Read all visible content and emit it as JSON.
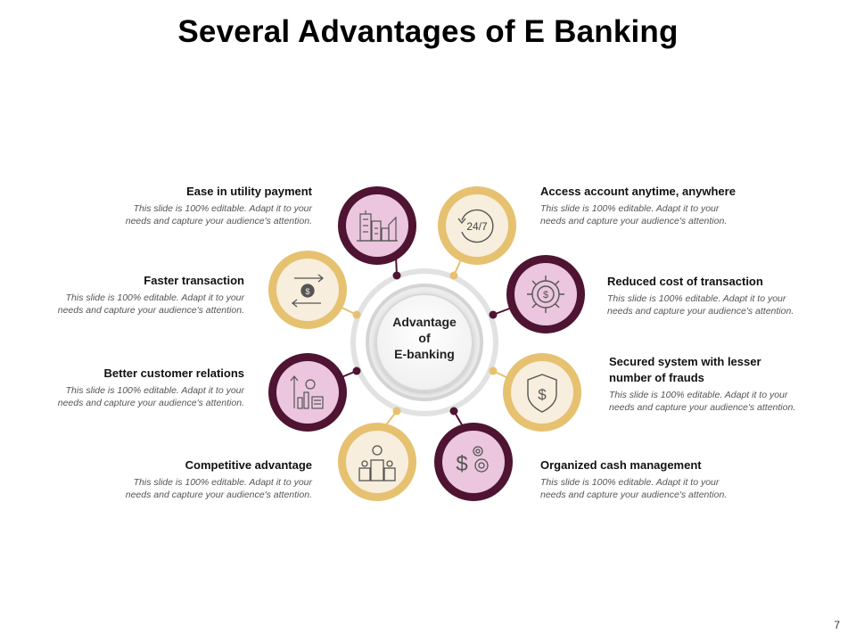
{
  "title": "Several Advantages of E Banking",
  "page_number": "7",
  "center": {
    "line1": "Advantage",
    "line2": "of",
    "line3": "E-banking"
  },
  "colors": {
    "dark_ring": "#4e1432",
    "gold_ring": "#e6c170",
    "pink_fill": "#ebc6de",
    "cream_fill": "#f8eedd",
    "connector_gray": "#dcdcdc"
  },
  "items": [
    {
      "heading": "Ease in utility payment",
      "desc1": "This slide is 100% editable. Adapt it to your",
      "desc2": "needs and capture your audience's attention.",
      "icon": "city-buildings-icon"
    },
    {
      "heading": "Access account anytime, anywhere",
      "desc1": "This slide is 100% editable. Adapt it to your",
      "desc2": "needs and capture your audience's attention.",
      "icon": "clock-24-7-icon",
      "icon_text": "24/7"
    },
    {
      "heading": "Faster transaction",
      "desc1": "This slide is 100% editable. Adapt it to your",
      "desc2": "needs and capture your audience's attention.",
      "icon": "money-transfer-icon"
    },
    {
      "heading": "Reduced cost of transaction",
      "desc1": "This slide is 100% editable. Adapt it to your",
      "desc2": "needs and capture your audience's attention.",
      "icon": "gear-dollar-icon"
    },
    {
      "heading": "Better customer relations",
      "desc1": "This slide is 100% editable. Adapt it to your",
      "desc2": "needs and capture your audience's attention.",
      "icon": "growth-chart-icon"
    },
    {
      "heading_line1": "Secured system with lesser",
      "heading_line2": "number of frauds",
      "desc1": "This slide is 100% editable. Adapt it to your",
      "desc2": "needs and capture your audience's attention.",
      "icon": "shield-dollar-icon"
    },
    {
      "heading": "Competitive advantage",
      "desc1": "This slide is 100% editable. Adapt it to your",
      "desc2": "needs and capture your audience's attention.",
      "icon": "podium-icon"
    },
    {
      "heading": "Organized cash management",
      "desc1": "This slide is 100% editable. Adapt it to your",
      "desc2": "needs and capture your audience's attention.",
      "icon": "dollar-gears-icon"
    }
  ]
}
